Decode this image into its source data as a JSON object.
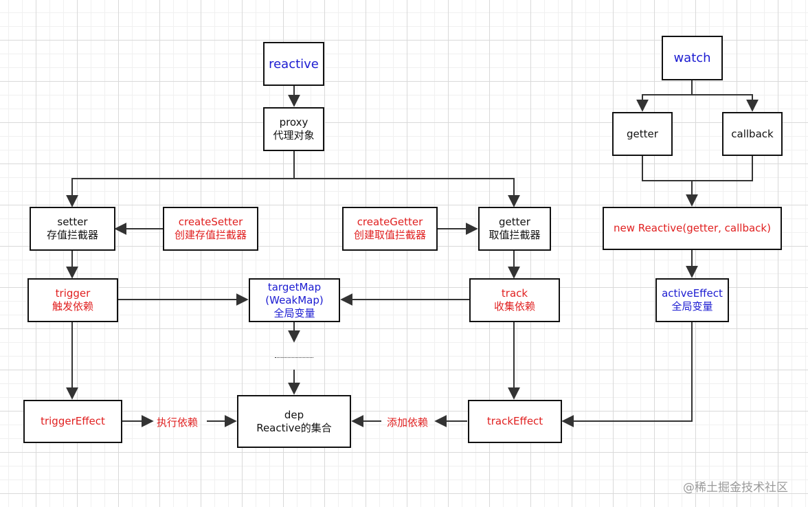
{
  "nodes": {
    "reactive": {
      "line1": "reactive"
    },
    "proxy": {
      "line1": "proxy",
      "line2": "代理对象"
    },
    "setter": {
      "line1": "setter",
      "line2": "存值拦截器"
    },
    "createSetter": {
      "line1": "createSetter",
      "line2": "创建存值拦截器"
    },
    "createGetter": {
      "line1": "createGetter",
      "line2": "创建取值拦截器"
    },
    "getter": {
      "line1": "getter",
      "line2": "取值拦截器"
    },
    "trigger": {
      "line1": "trigger",
      "line2": "触发依赖"
    },
    "targetMap": {
      "line1": "targetMap",
      "line2": "(WeakMap)",
      "line3": "全局变量"
    },
    "track": {
      "line1": "track",
      "line2": "收集依赖"
    },
    "triggerEffect": {
      "line1": "triggerEffect"
    },
    "dep": {
      "line1": "dep",
      "line2": "Reactive的集合"
    },
    "trackEffect": {
      "line1": "trackEffect"
    },
    "watch": {
      "line1": "watch"
    },
    "watchGetter": {
      "line1": "getter"
    },
    "callback": {
      "line1": "callback"
    },
    "newReactive": {
      "line1": "new Reactive(getter, callback)"
    },
    "activeEffect": {
      "line1": "activeEffect",
      "line2": "全局变量"
    }
  },
  "edge_labels": {
    "execute": "执行依赖",
    "add": "添加依赖"
  },
  "watermark": "@稀土掘金技术社区",
  "colors": {
    "blue_text": "#1b1bd1",
    "red_text": "#e01f1f",
    "line": "#333333",
    "grid": "#d9d9d9"
  }
}
